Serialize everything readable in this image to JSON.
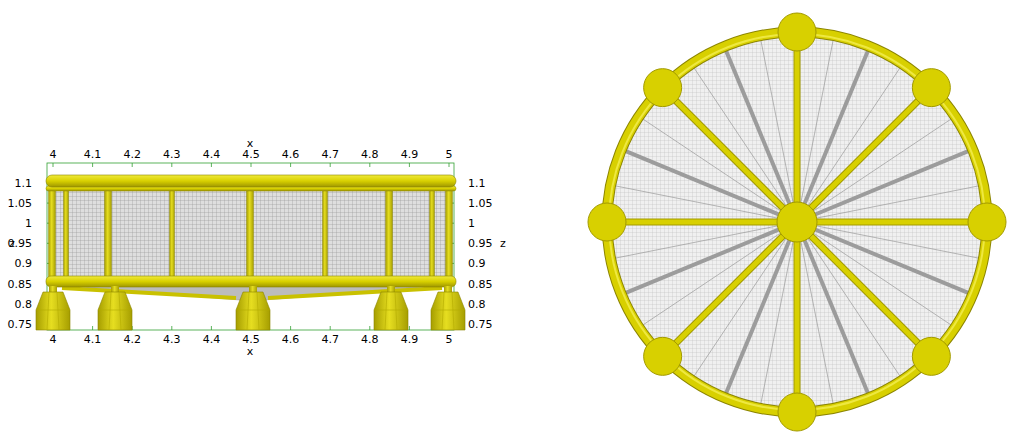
{
  "diagram": {
    "labels": [
      "x",
      "4",
      "4.1",
      "4.2",
      "4.3",
      "4.4",
      "4.5",
      "4.6",
      "4.7",
      "4.8",
      "4.9",
      "5",
      "1.1",
      "1.05",
      "1",
      "0.95",
      "0.9",
      "0.85",
      "0.8",
      "0.75",
      "z",
      "1.1",
      "1.05",
      "1",
      "0.95",
      "0.9",
      "0.85",
      "0.8",
      "0.75",
      "z",
      "4",
      "4.1",
      "4.2",
      "4.3",
      "4.4",
      "4.5",
      "4.6",
      "4.7",
      "4.8",
      "4.9",
      "5",
      "x"
    ]
  }
}
